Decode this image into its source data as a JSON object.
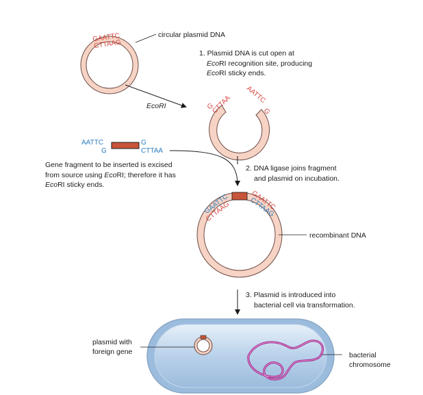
{
  "labels": {
    "circular_plasmid": "circular plasmid DNA",
    "enzyme": "EcoRI",
    "step1": [
      "1. Plasmid DNA is cut open at",
      "EcoRI recognition site, producing",
      "EcoRI sticky ends."
    ],
    "gene_fragment": [
      "Gene fragment to be inserted is excised",
      "from source using EcoRI; therefore it has",
      "EcoRI sticky ends."
    ],
    "step2": [
      "2. DNA ligase joins fragment",
      "and plasmid on incubation."
    ],
    "recombinant": "recombinant DNA",
    "step3": [
      "3. Plasmid is introduced into",
      "bacterial cell via transformation."
    ],
    "plasmid_foreign": [
      "plasmid with",
      "foreign gene"
    ],
    "bacterial_chromosome": [
      "bacterial",
      "chromosome"
    ]
  },
  "sequences": {
    "plasmid_top": "GAATTC",
    "plasmid_bottom": "CTTAAG",
    "cut_left": "CTTAA",
    "cut_left_g": "G",
    "cut_right": "AATTC",
    "cut_right_g": "G",
    "fragment_top_left": "AATTC",
    "fragment_bottom_left": "G",
    "fragment_top_right": "G",
    "fragment_bottom_right": "CTTAA",
    "recomb_left_top": "GAATTC",
    "recomb_left_bottom": "CTTAAG",
    "recomb_right_top": "GAATTC",
    "recomb_right_bottom": "CTTAAG"
  },
  "colors": {
    "plasmid_fill": "#f6d3c4",
    "plasmid_edge": "#6b4a44",
    "sticky_red": "#d6453f",
    "sticky_blue": "#2f7fc1",
    "insert": "#c8553a",
    "cell_fill": "#c9dcef",
    "cell_edge": "#8aa8c6",
    "chromosome": "#a0208a"
  }
}
